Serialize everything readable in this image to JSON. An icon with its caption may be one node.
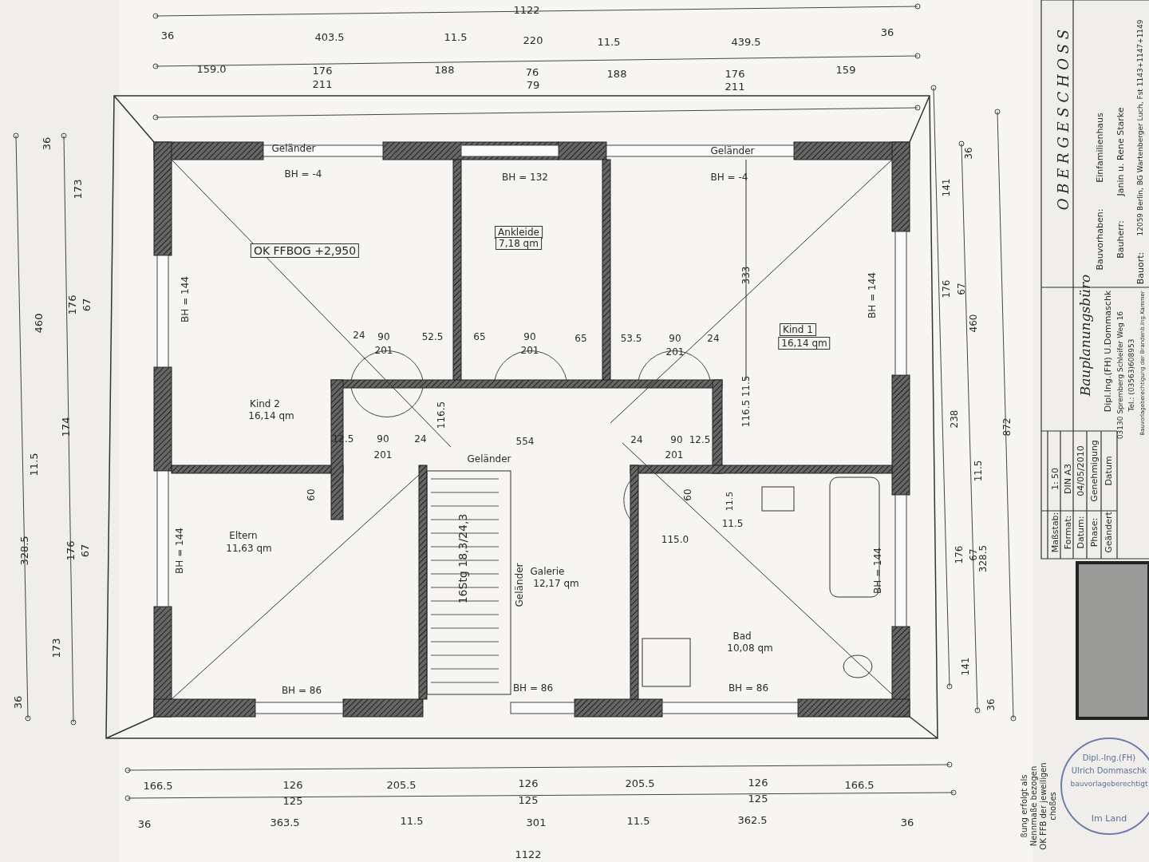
{
  "diagram": {
    "labels": [
      "1122",
      "36",
      "403.5",
      "11.5",
      "220",
      "11.5",
      "439.5",
      "36",
      "159.0",
      "176",
      "211",
      "188",
      "76",
      "79",
      "188",
      "176",
      "211",
      "159",
      "Geländer",
      "Geländer",
      "BH = -4",
      "BH = 132",
      "BH = -4",
      "Ankleide",
      "7,18 qm",
      "OK FFBOG +2,950",
      "333",
      "BH = 144",
      "BH = 144",
      "Kind 1",
      "16,14 qm",
      "24",
      "90",
      "52.5",
      "65",
      "90",
      "65",
      "53.5",
      "90",
      "24",
      "201",
      "201",
      "201",
      "11.5",
      "Kind 2",
      "16,14 qm",
      "116.5",
      "554",
      "116.5",
      "12.5",
      "90",
      "24",
      "24",
      "90",
      "12.5",
      "201",
      "201",
      "Geländer",
      "60",
      "60",
      "11.5",
      "Eltern",
      "11,63 qm",
      "115.0",
      "11.5",
      "16Stg 18,3/24,3",
      "BH = 144",
      "Galerie",
      "12,17 qm",
      "Geländer",
      "BH = 144",
      "Bad",
      "10,08 qm",
      "BH = 86",
      "BH = 86",
      "BH = 86",
      "166.5",
      "126",
      "125",
      "205.5",
      "126",
      "125",
      "205.5",
      "126",
      "125",
      "166.5",
      "36",
      "363.5",
      "11.5",
      "301",
      "11.5",
      "362.5",
      "36",
      "1122",
      "36",
      "328.5",
      "11.5",
      "460",
      "36",
      "173",
      "176",
      "67",
      "174",
      "176",
      "67",
      "173",
      "141",
      "176",
      "67",
      "238",
      "176",
      "67",
      "141",
      "36",
      "460",
      "11.5",
      "328.5",
      "36",
      "872",
      "O B E R G E S C H O S S",
      "Bauplanungsbüro",
      "Dipl.Ing.(FH) U.Dommaschk",
      "03130 Spremberg Schleifer Weg 16",
      "Tel.: (03563)608953",
      "Bauvorlageberechtigung der Brandenb.Ing.Kammer",
      "Bauvorhaben:",
      "Einfamilienhaus",
      "Bauherr:",
      "Janin u. Rene Starke",
      "Bauort:",
      "12059 Berlin, BG Wartenberger Luch, Fst 1143+1147+1149",
      "Maßstab:",
      "1: 50",
      "Format:",
      "DIN A3",
      "Datum:",
      "04/05/2010",
      "Phase:",
      "Genehmigung",
      "Geändert",
      "Datum",
      "Dipl.-Ing.(FH)",
      "Ulrich Dommaschk",
      "bauvorlageberechtigt",
      "Im Land",
      "ßung erfolgt als",
      "Nennmaße bezogen",
      "OK FFB der jeweiligen",
      "choßes"
    ]
  }
}
